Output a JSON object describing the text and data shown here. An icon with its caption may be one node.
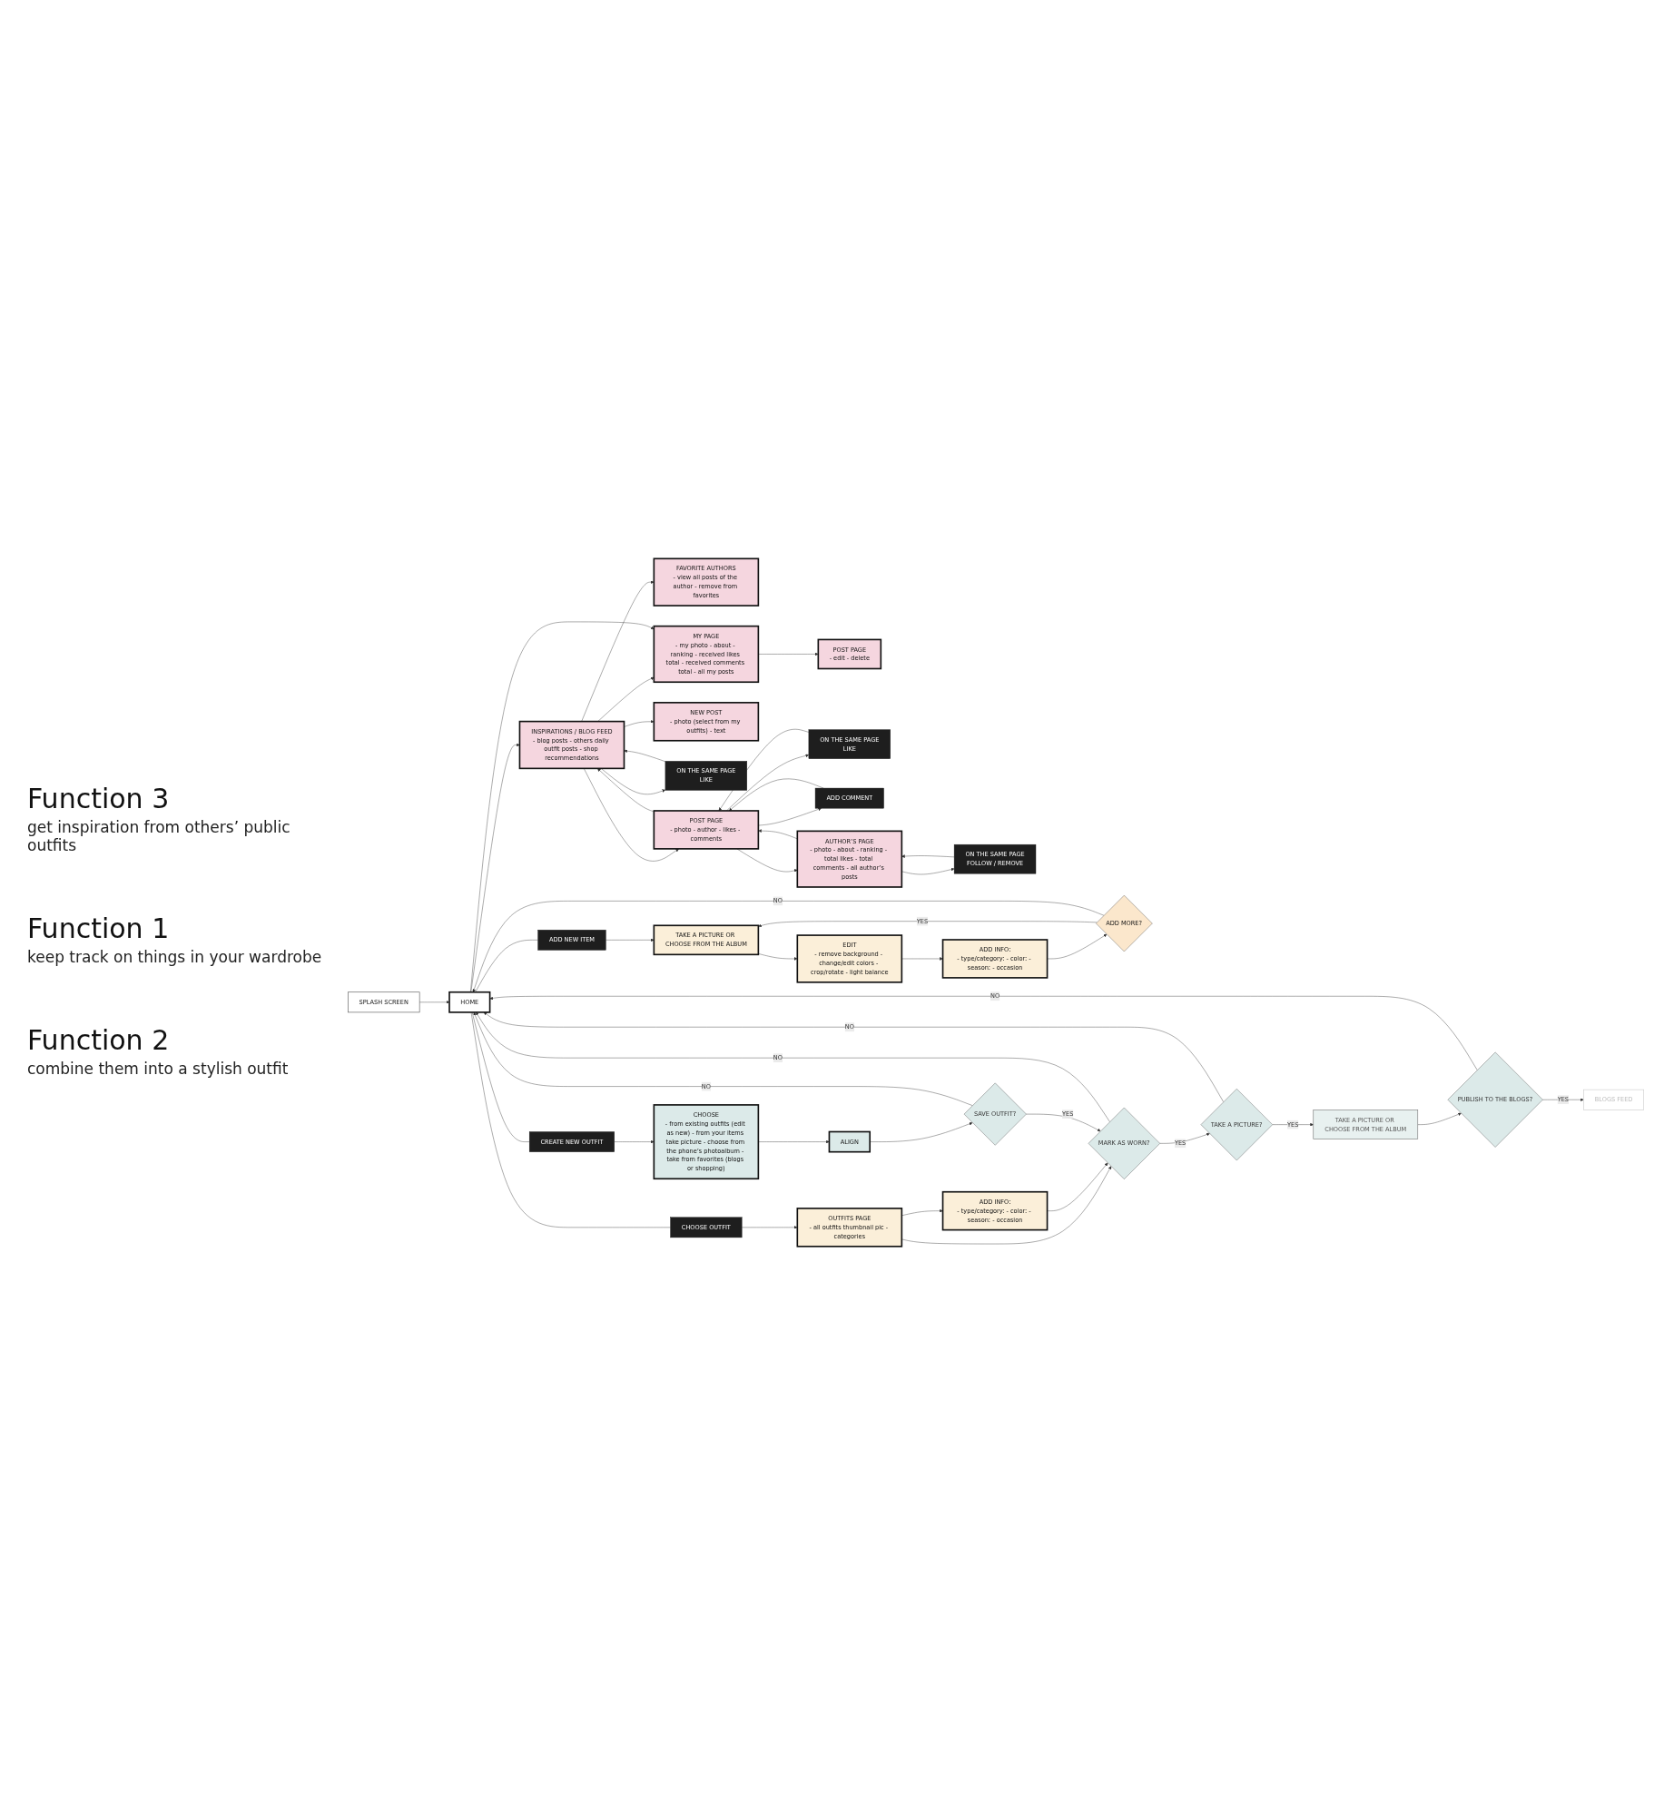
{
  "diagram": {
    "nodes": [
      {
        "text": [
          "FAVORITE AUTHORS",
          "- view all posts of the author - remove from favorites"
        ]
      },
      {
        "text": [
          "MY PAGE",
          "- my photo - about - ranking - received likes total - received comments total - all my posts"
        ]
      },
      {
        "text": [
          "POST PAGE",
          "- edit - delete"
        ]
      },
      {
        "text": [
          "NEW POST",
          "- photo (select from my outfits) - text"
        ]
      },
      {
        "text": [
          "INSPIRATIONS / BLOG FEED",
          "- blog posts - others daily outfit posts - shop recommendations"
        ]
      },
      {
        "text": [
          "ON THE SAME PAGE",
          "LIKE"
        ]
      },
      {
        "text": [
          "POST PAGE",
          "- photo - author - likes - comments"
        ]
      },
      {
        "text": [
          "ON THE SAME PAGE",
          "LIKE"
        ]
      },
      {
        "text": [
          "ADD COMMENT"
        ]
      },
      {
        "text": [
          "AUTHOR’S PAGE",
          "- photo - about - ranking - total likes - total comments - all author’s posts"
        ]
      },
      {
        "text": [
          "ON THE SAME PAGE",
          "FOLLOW / REMOVE"
        ]
      },
      {
        "text": [
          "SPLASH SCREEN"
        ]
      },
      {
        "text": [
          "HOME"
        ]
      },
      {
        "text": [
          "ADD NEW ITEM"
        ]
      },
      {
        "text": [
          "CHOOSE OUTFIT"
        ]
      },
      {
        "text": [
          "TAKE A PICTURE OR CHOOSE FROM THE ALBUM"
        ]
      },
      {
        "text": [
          "EDIT",
          "- remove background - change/edit colors - crop/rotate - light balance"
        ]
      },
      {
        "text": [
          "ADD INFO:",
          "- type/category: - color: - season: - occasion"
        ]
      },
      {
        "text": [
          "ADD MORE?"
        ]
      },
      {
        "text": [
          "OUTFITS PAGE",
          "- all outfits thumbnail pic - categories"
        ]
      },
      {
        "text": [
          "ADD INFO:",
          "- type/category: - color: - season: - occasion"
        ]
      },
      {
        "text": [
          "CREATE NEW OUTFIT"
        ]
      },
      {
        "text": [
          "CHOOSE",
          "- from existing outfits (edit as new) - from your items take picture - choose from the phone’s photoalbum - take from favorites (blogs or shopping)"
        ]
      },
      {
        "text": [
          "ALIGN"
        ]
      },
      {
        "text": [
          "SAVE OUTFIT?"
        ]
      },
      {
        "text": [
          "MARK AS WORN?"
        ]
      },
      {
        "text": [
          "TAKE A PICTURE?"
        ]
      },
      {
        "text": [
          "TAKE A PICTURE OR CHOOSE FROM THE ALBUM"
        ]
      },
      {
        "text": [
          "PUBLISH TO THE BLOGS?"
        ]
      },
      {
        "text": [
          "BLOGS FEED"
        ]
      }
    ],
    "edges": [
      {
        "from": 4,
        "to": 0,
        "arrow": "to"
      },
      {
        "from": 4,
        "to": 1,
        "arrow": "to"
      },
      {
        "from": 4,
        "to": 3,
        "arrow": "to"
      },
      {
        "from": 12,
        "to": 1,
        "arrow": "to"
      },
      {
        "from": 1,
        "to": 2,
        "arrow": "to"
      },
      {
        "from": 4,
        "to": 5,
        "arrow": "to"
      },
      {
        "from": 5,
        "to": 4,
        "arrow": "to"
      },
      {
        "from": 4,
        "to": 6,
        "arrow": "to"
      },
      {
        "from": 6,
        "to": 4,
        "arrow": "to"
      },
      {
        "from": 6,
        "to": 7,
        "arrow": "to"
      },
      {
        "from": 7,
        "to": 6,
        "arrow": "to"
      },
      {
        "from": 6,
        "to": 8,
        "arrow": "to"
      },
      {
        "from": 8,
        "to": 6,
        "arrow": "to"
      },
      {
        "from": 6,
        "to": 9,
        "arrow": "to"
      },
      {
        "from": 9,
        "to": 6,
        "arrow": "to"
      },
      {
        "from": 10,
        "to": 9,
        "arrow": "to"
      },
      {
        "from": 9,
        "to": 10,
        "arrow": "to"
      },
      {
        "from": 12,
        "to": 4,
        "arrow": "to"
      },
      {
        "from": 11,
        "to": 12,
        "arrow": "to"
      },
      {
        "from": 12,
        "to": 13,
        "arrow": "none"
      },
      {
        "from": 13,
        "to": 15,
        "arrow": "to"
      },
      {
        "from": 12,
        "to": 14,
        "arrow": "none"
      },
      {
        "from": 14,
        "to": 19,
        "arrow": "to"
      },
      {
        "from": 15,
        "to": 16,
        "arrow": "to"
      },
      {
        "from": 16,
        "to": 17,
        "arrow": "to"
      },
      {
        "from": 17,
        "to": 18,
        "arrow": "to"
      },
      {
        "from": 18,
        "to": 15,
        "label": "YES",
        "arrow": "to"
      },
      {
        "from": 18,
        "to": 12,
        "label": "NO",
        "arrow": "to"
      },
      {
        "from": 19,
        "to": 20,
        "arrow": "to"
      },
      {
        "from": 19,
        "to": 25,
        "arrow": "to"
      },
      {
        "from": 20,
        "to": 25,
        "arrow": "to"
      },
      {
        "from": 12,
        "to": 21,
        "arrow": "none"
      },
      {
        "from": 21,
        "to": 22,
        "arrow": "to"
      },
      {
        "from": 22,
        "to": 23,
        "arrow": "to"
      },
      {
        "from": 23,
        "to": 24,
        "arrow": "to"
      },
      {
        "from": 24,
        "to": 25,
        "label": "YES",
        "arrow": "to"
      },
      {
        "from": 25,
        "to": 26,
        "label": "YES",
        "arrow": "to"
      },
      {
        "from": 24,
        "to": 12,
        "label": "NO",
        "arrow": "to"
      },
      {
        "from": 25,
        "to": 12,
        "label": "NO",
        "arrow": "to"
      },
      {
        "from": 26,
        "to": 12,
        "label": "NO",
        "arrow": "to"
      },
      {
        "from": 26,
        "to": 27,
        "label": "YES",
        "arrow": "to"
      },
      {
        "from": 27,
        "to": 28,
        "arrow": "to"
      },
      {
        "from": 28,
        "to": 29,
        "label": "YES",
        "arrow": "to"
      },
      {
        "from": 28,
        "to": 12,
        "label": "NO",
        "arrow": "to"
      }
    ],
    "labels": [
      "Function 3",
      "get inspiration from others’ public outfits",
      "Function 1",
      "keep track on things in your wardrobe",
      "Function 2",
      "combine them into a stylish outfit"
    ]
  }
}
